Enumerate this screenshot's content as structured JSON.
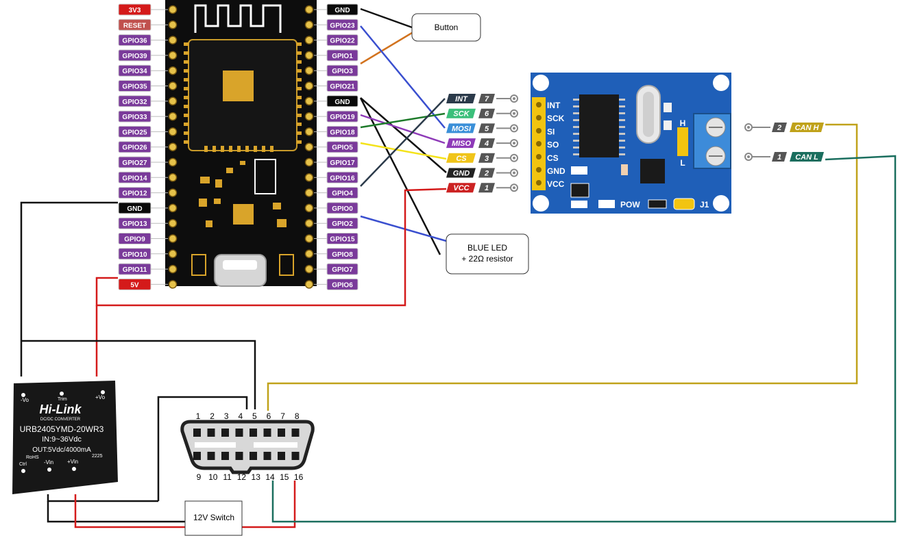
{
  "board": {
    "left_pins": [
      "3V3",
      "RESET",
      "GPIO36",
      "GPIO39",
      "GPIO34",
      "GPIO35",
      "GPIO32",
      "GPIO33",
      "GPIO25",
      "GPIO26",
      "GPIO27",
      "GPIO14",
      "GPIO12",
      "GND",
      "GPIO13",
      "GPIO9",
      "GPIO10",
      "GPIO11",
      "5V"
    ],
    "right_pins": [
      "GND",
      "GPIO23",
      "GPIO22",
      "GPIO1",
      "GPIO3",
      "GPIO21",
      "GND",
      "GPIO19",
      "GPIO18",
      "GPIO5",
      "GPIO17",
      "GPIO16",
      "GPIO4",
      "GPIO0",
      "GPIO2",
      "GPIO15",
      "GPIO8",
      "GPIO7",
      "GPIO6"
    ]
  },
  "notes": {
    "button": "Button",
    "blue_led_line1": "BLUE LED",
    "blue_led_line2": "+ 22Ω resistor",
    "switch": "12V Switch"
  },
  "can_header": {
    "pins": [
      {
        "name": "INT",
        "num": "7"
      },
      {
        "name": "SCK",
        "num": "6"
      },
      {
        "name": "MOSI",
        "num": "5"
      },
      {
        "name": "MISO",
        "num": "4"
      },
      {
        "name": "CS",
        "num": "3"
      },
      {
        "name": "GND",
        "num": "2"
      },
      {
        "name": "VCC",
        "num": "1"
      }
    ],
    "pin_colors": [
      "#2b3a4a",
      "#3bbf7a",
      "#3a8fd8",
      "#8e3ab8",
      "#f0c419",
      "#222222",
      "#cc2222"
    ]
  },
  "can_module": {
    "silk_left": [
      "INT",
      "SCK",
      "SI",
      "SO",
      "CS",
      "GND",
      "VCC"
    ],
    "jumper_h": "H",
    "jumper_l": "L",
    "pow": "POW",
    "j1": "J1"
  },
  "can_bus": [
    {
      "num": "2",
      "name": "CAN H"
    },
    {
      "num": "1",
      "name": "CAN L"
    }
  ],
  "converter": {
    "brand": "Hi-Link",
    "subtitle": "DC/DC CONVERTER",
    "model": "URB2405YMD-20WR3",
    "input": "IN:9~36Vdc",
    "output": "OUT:5Vdc/4000mA",
    "rohs": "RoHS",
    "code": "2225",
    "pin_minus_vo": "-Vo",
    "pin_trim": "Trim",
    "pin_plus_vo": "+Vo",
    "pin_ctrl": "Ctrl",
    "pin_minus_vin": "-Vin",
    "pin_plus_vin": "+Vin"
  },
  "obd": {
    "top_numbers": [
      "1",
      "2",
      "3",
      "4",
      "5",
      "6",
      "7",
      "8"
    ],
    "bottom_numbers": [
      "9",
      "10",
      "11",
      "12",
      "13",
      "14",
      "15",
      "16"
    ]
  },
  "wire_colors": {
    "black": "#111111",
    "red": "#d41a1a",
    "blue": "#3a4fcf",
    "orange": "#d2731f",
    "green": "#1d7a2a",
    "purple": "#8e3ab8",
    "yellow": "#f4e31a",
    "navy": "#2b3a4a",
    "mustard": "#c0a21a",
    "teal": "#1a6e5e"
  }
}
